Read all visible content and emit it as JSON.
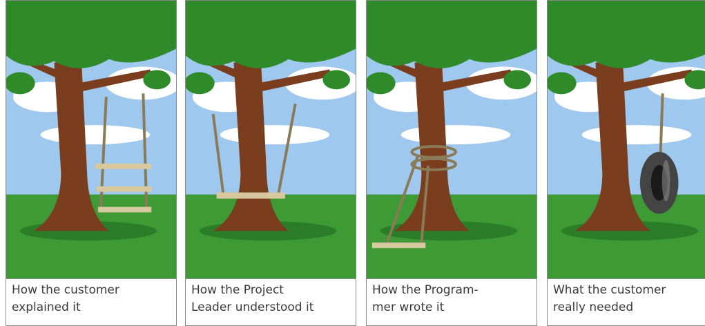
{
  "panels": [
    {
      "caption_line1": "How the customer",
      "caption_line2": "explained it"
    },
    {
      "caption_line1": "How the Project",
      "caption_line2": "Leader understood it"
    },
    {
      "caption_line1": "How the Program-",
      "caption_line2": "mer wrote it"
    },
    {
      "caption_line1": "What the customer",
      "caption_line2": "really needed"
    }
  ],
  "colors": {
    "sky": "#9ec8ee",
    "cloud": "#ffffff",
    "grass": "#3d9a34",
    "foliage": "#2f8a2a",
    "trunk": "#7a3d1e",
    "rope": "#8a7a58",
    "plank": "#d8c8a0",
    "tire": "#444444"
  }
}
